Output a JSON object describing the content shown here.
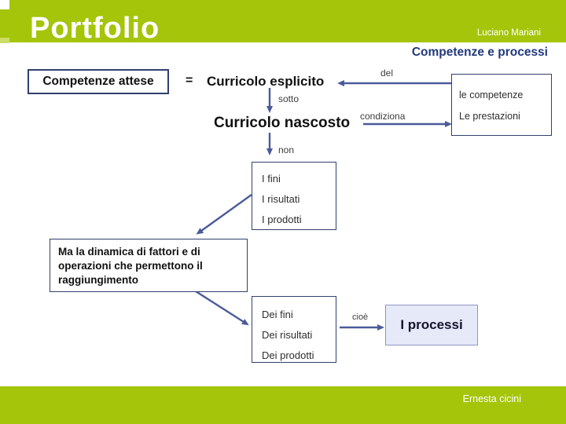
{
  "slide": {
    "title": "Portfolio",
    "header_author": "Luciano Mariani",
    "subtitle": "Competenze e processi",
    "footer_author": "Ernesta cicini"
  },
  "diagram": {
    "competenze_attese": "Competenze attese",
    "equals": "=",
    "curricolo_esplicito": "Curricolo esplicito",
    "curricolo_nascosto": "Curricolo nascosto",
    "labels": {
      "del": "del",
      "sotto": "sotto",
      "condiziona": "condiziona",
      "non": "non",
      "cioe": "cioè"
    },
    "competenze_box": {
      "line1": "le competenze",
      "line2": "Le prestazioni"
    },
    "fini_box": {
      "items": [
        "I fini",
        "I risultati",
        "I prodotti"
      ]
    },
    "dinamica_box": "Ma la dinamica di fattori e di operazioni che permettono il raggiungimento",
    "dei_box": {
      "items": [
        "Dei fini",
        "Dei risultati",
        "Dei prodotti"
      ]
    },
    "processi_box": "I processi"
  },
  "colors": {
    "accent_green": "#a4c509",
    "accent_green_light": "#cbdc67",
    "arrow_blue": "#4a5b9b",
    "box_border_navy": "#31406e",
    "subtitle_navy": "#223a7d",
    "processi_fill": "#e6e9f8"
  }
}
